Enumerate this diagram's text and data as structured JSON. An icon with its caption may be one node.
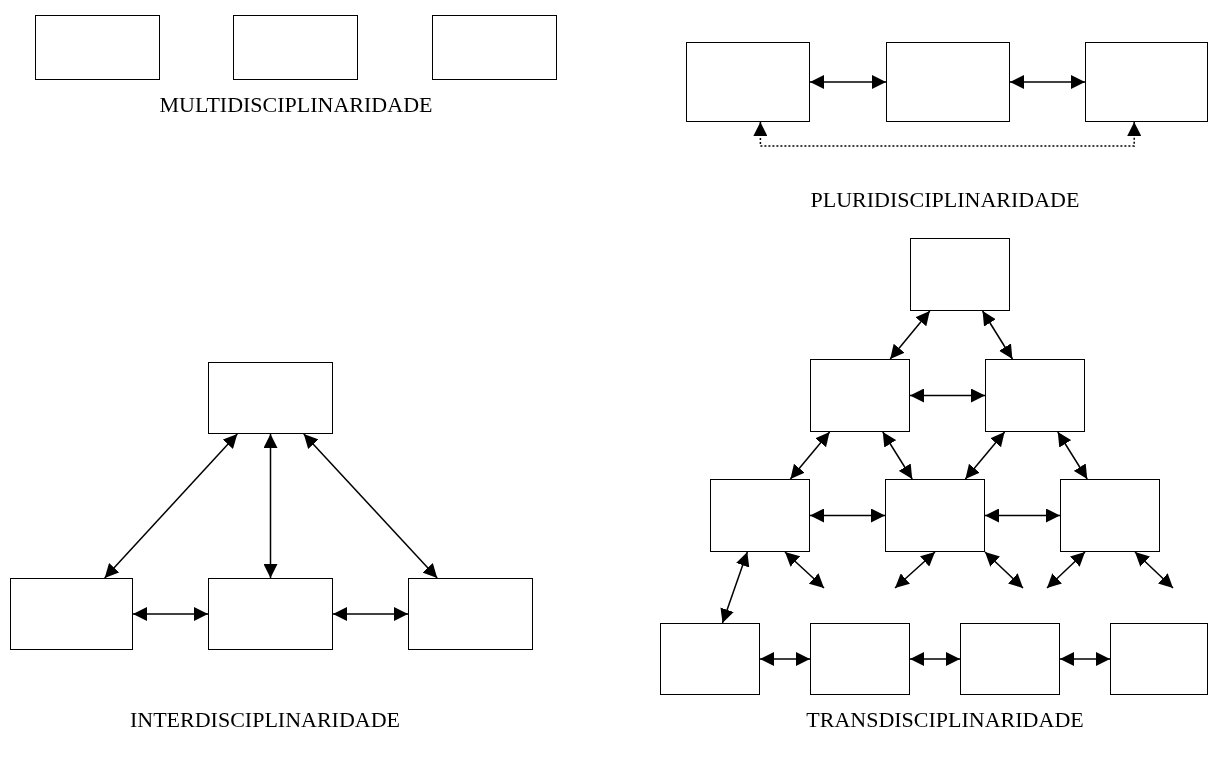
{
  "diagram": {
    "nodes": [
      {
        "text": [],
        "shape": "box"
      },
      {
        "text": [],
        "shape": "box"
      },
      {
        "text": [],
        "shape": "box"
      },
      {
        "text": [],
        "shape": "box"
      },
      {
        "text": [],
        "shape": "box"
      },
      {
        "text": [],
        "shape": "box"
      },
      {
        "text": [],
        "shape": "box"
      },
      {
        "text": [],
        "shape": "box"
      },
      {
        "text": [],
        "shape": "box"
      },
      {
        "text": [],
        "shape": "box"
      },
      {
        "text": [],
        "shape": "box"
      },
      {
        "text": [],
        "shape": "box"
      },
      {
        "text": [],
        "shape": "box"
      },
      {
        "text": [],
        "shape": "box"
      },
      {
        "text": [],
        "shape": "box"
      },
      {
        "text": [],
        "shape": "box"
      },
      {
        "text": [],
        "shape": "box"
      },
      {
        "text": [],
        "shape": "box"
      },
      {
        "text": [],
        "shape": "box"
      },
      {
        "text": [],
        "shape": "box"
      }
    ],
    "edges": [
      {
        "from": 3,
        "to": 4,
        "arrow": "both"
      },
      {
        "from": 4,
        "to": 5,
        "arrow": "both"
      },
      {
        "from": 3,
        "to": 5,
        "arrow": "both",
        "style": "dashed"
      },
      {
        "from": 6,
        "to": 7,
        "arrow": "both"
      },
      {
        "from": 6,
        "to": 8,
        "arrow": "both"
      },
      {
        "from": 6,
        "to": 9,
        "arrow": "both"
      },
      {
        "from": 7,
        "to": 8,
        "arrow": "both"
      },
      {
        "from": 8,
        "to": 9,
        "arrow": "both"
      },
      {
        "from": 10,
        "to": 11,
        "arrow": "both"
      },
      {
        "from": 10,
        "to": 12,
        "arrow": "both"
      },
      {
        "from": 11,
        "to": 12,
        "arrow": "both"
      },
      {
        "from": 11,
        "to": 13,
        "arrow": "both"
      },
      {
        "from": 11,
        "to": 14,
        "arrow": "both"
      },
      {
        "from": 12,
        "to": 14,
        "arrow": "both"
      },
      {
        "from": 12,
        "to": 15,
        "arrow": "both"
      },
      {
        "from": 13,
        "to": 14,
        "arrow": "both"
      },
      {
        "from": 14,
        "to": 15,
        "arrow": "both"
      },
      {
        "from": 13,
        "to": 16,
        "arrow": "both"
      },
      {
        "from": 13,
        "to": null,
        "arrow": "both"
      },
      {
        "from": 14,
        "to": null,
        "arrow": "both"
      },
      {
        "from": 14,
        "to": null,
        "arrow": "both"
      },
      {
        "from": 15,
        "to": null,
        "arrow": "both"
      },
      {
        "from": 15,
        "to": null,
        "arrow": "both"
      },
      {
        "from": 16,
        "to": 17,
        "arrow": "both"
      },
      {
        "from": 17,
        "to": 18,
        "arrow": "both"
      },
      {
        "from": 18,
        "to": 19,
        "arrow": "both"
      }
    ],
    "labels": [
      "MULTIDISCIPLINARIDADE",
      "PLURIDISCIPLINARIDADE",
      "INTERDISCIPLINARIDADE",
      "TRANSDISCIPLINARIDADE"
    ]
  }
}
